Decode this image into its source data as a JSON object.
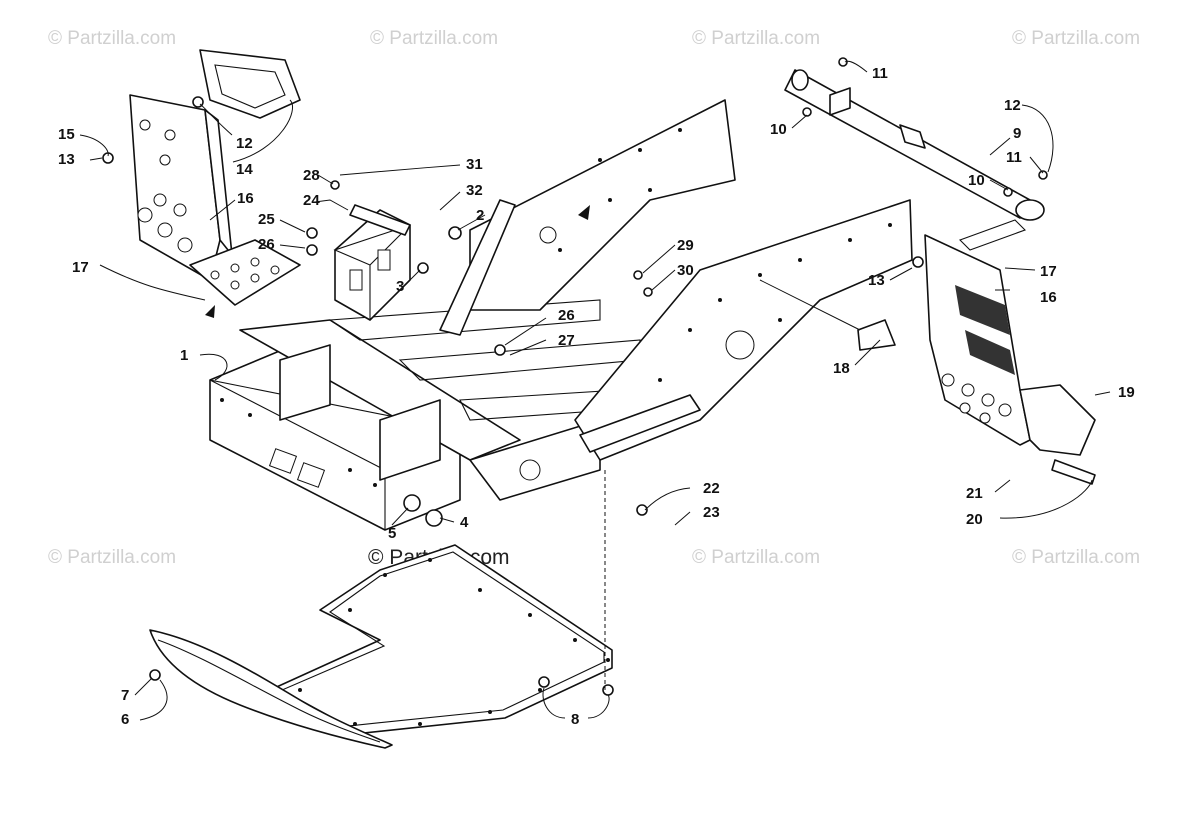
{
  "watermarks": [
    "© Partzilla.com",
    "© Partzilla.com",
    "© Partzilla.com",
    "© Partzilla.com",
    "© Partzilla.com",
    "© Partzilla.com",
    "© Partzilla.com"
  ],
  "center_watermark": "© Partzilla.com",
  "callouts": [
    "1",
    "2",
    "3",
    "4",
    "5",
    "6",
    "7",
    "8",
    "9",
    "10",
    "10",
    "11",
    "11",
    "12",
    "12",
    "13",
    "13",
    "14",
    "15",
    "16",
    "16",
    "17",
    "17",
    "18",
    "19",
    "20",
    "21",
    "22",
    "23",
    "24",
    "25",
    "26",
    "26",
    "27",
    "28",
    "29",
    "30",
    "31",
    "32"
  ],
  "colors": {
    "line": "#111111",
    "watermark": "#d0d0d0",
    "background": "#ffffff"
  }
}
